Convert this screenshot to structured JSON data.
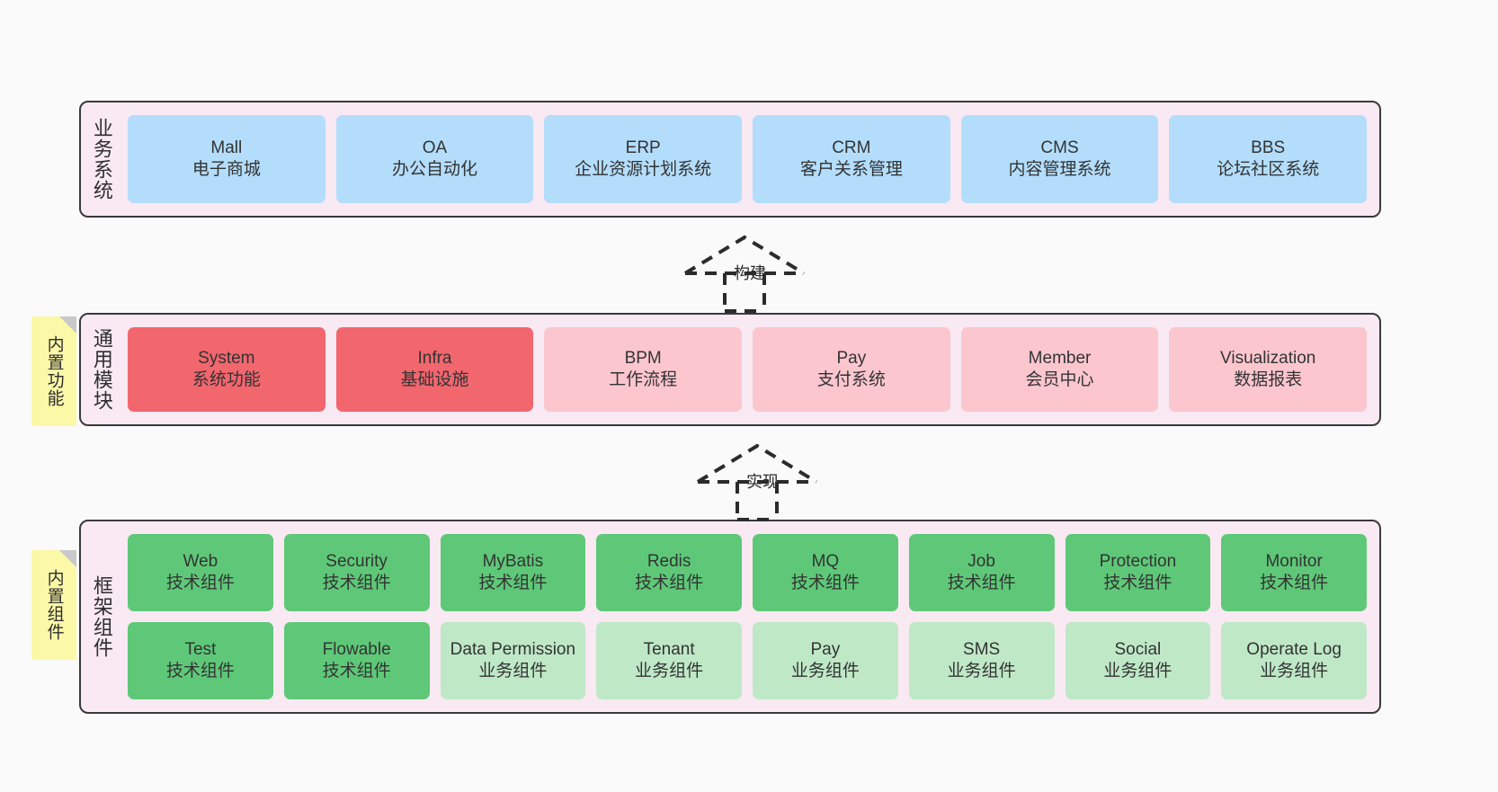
{
  "diagram": {
    "background": "#fafafa",
    "colors": {
      "layer_bg": "#f8e9f3",
      "layer_border": "#3a3a3a",
      "business": "#b3ddfb",
      "module_primary": "#f2666e",
      "module_secondary": "#fcc6cf",
      "framework_tech": "#5ec878",
      "framework_biz": "#bfe8c7",
      "note_bg": "#fbf8a8",
      "note_fold": "#c9c9c9"
    }
  },
  "layers": [
    {
      "id": "business-system",
      "title": "业务系统",
      "note": null,
      "rows": [
        [
          {
            "name": "Mall",
            "desc": "电子商城"
          },
          {
            "name": "OA",
            "desc": "办公自动化"
          },
          {
            "name": "ERP",
            "desc": "企业资源计划系统"
          },
          {
            "name": "CRM",
            "desc": "客户关系管理"
          },
          {
            "name": "CMS",
            "desc": "内容管理系统"
          },
          {
            "name": "BBS",
            "desc": "论坛社区系统"
          }
        ]
      ]
    },
    {
      "id": "common-module",
      "title": "通用模块",
      "note": "内置功能",
      "rows": [
        [
          {
            "name": "System",
            "desc": "系统功能"
          },
          {
            "name": "Infra",
            "desc": "基础设施"
          },
          {
            "name": "BPM",
            "desc": "工作流程"
          },
          {
            "name": "Pay",
            "desc": "支付系统"
          },
          {
            "name": "Member",
            "desc": "会员中心"
          },
          {
            "name": "Visualization",
            "desc": "数据报表"
          }
        ]
      ]
    },
    {
      "id": "framework-component",
      "title": "框架组件",
      "note": "内置组件",
      "rows": [
        [
          {
            "name": "Web",
            "desc": "技术组件"
          },
          {
            "name": "Security",
            "desc": "技术组件"
          },
          {
            "name": "MyBatis",
            "desc": "技术组件"
          },
          {
            "name": "Redis",
            "desc": "技术组件"
          },
          {
            "name": "MQ",
            "desc": "技术组件"
          },
          {
            "name": "Job",
            "desc": "技术组件"
          },
          {
            "name": "Protection",
            "desc": "技术组件"
          },
          {
            "name": "Monitor",
            "desc": "技术组件"
          }
        ],
        [
          {
            "name": "Test",
            "desc": "技术组件"
          },
          {
            "name": "Flowable",
            "desc": "技术组件"
          },
          {
            "name": "Data Permission",
            "desc": "业务组件"
          },
          {
            "name": "Tenant",
            "desc": "业务组件"
          },
          {
            "name": "Pay",
            "desc": "业务组件"
          },
          {
            "name": "SMS",
            "desc": "业务组件"
          },
          {
            "name": "Social",
            "desc": "业务组件"
          },
          {
            "name": "Operate Log",
            "desc": "业务组件"
          }
        ]
      ]
    }
  ],
  "connectors": [
    {
      "id": "build",
      "label": "构建"
    },
    {
      "id": "implement",
      "label": "实现"
    }
  ]
}
